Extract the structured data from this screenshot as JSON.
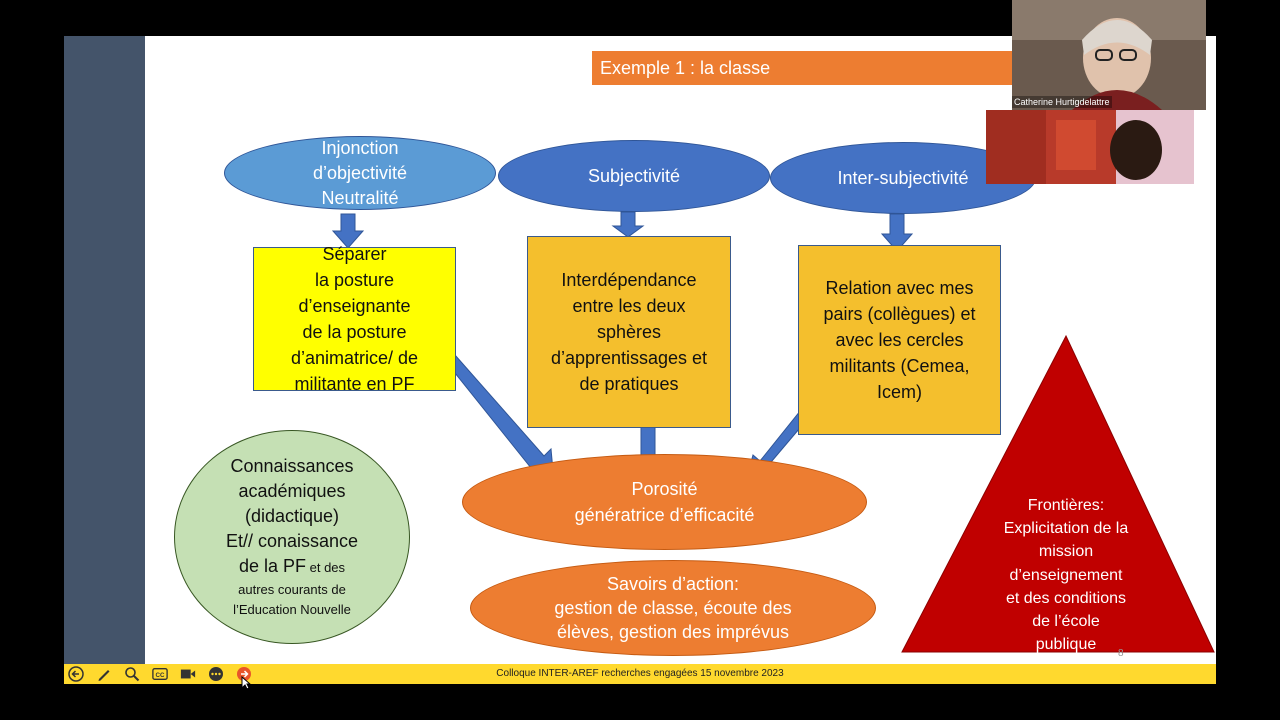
{
  "slide": {
    "title": "Exemple 1 : la classe",
    "page_number": "8",
    "colors": {
      "sidebar": "#44546a",
      "title_bg": "#ed7d31",
      "blue": "#4472c4",
      "yellow": "#ffff00",
      "gold": "#f4bf2d",
      "orange": "#ed7d31",
      "green": "#c5e0b4",
      "red": "#c00000",
      "footer": "#ffd92e"
    }
  },
  "top_ellipses": {
    "injonction": [
      "Injonction",
      "d’objectivité",
      "Neutralité"
    ],
    "subjectivite": "Subjectivité",
    "intersubjectivite": "Inter-subjectivité"
  },
  "boxes": {
    "separer": [
      "Séparer",
      "la posture",
      "d’enseignante",
      "de la posture",
      "d’animatrice/ de",
      "militante en PF"
    ],
    "interdependance": [
      "Interdépendance",
      "entre les deux",
      "sphères",
      "d’apprentissages et",
      "de pratiques"
    ],
    "relation": [
      "Relation avec mes",
      "pairs (collègues) et",
      "avec les cercles",
      "militants (Cemea,",
      "Icem)"
    ]
  },
  "green_circle": {
    "large": [
      "Connaissances",
      "académiques",
      "(didactique)",
      "Et// conaissance"
    ],
    "mixed_prefix": "de la PF",
    "mixed_suffix": " et des",
    "small": [
      "autres courants de",
      "l’Education Nouvelle"
    ]
  },
  "porosite": [
    "Porosité",
    "génératrice d’efficacité"
  ],
  "savoirs": [
    "Savoirs d’action:",
    "gestion de classe, écoute des",
    "élèves, gestion des imprévus"
  ],
  "triangle": [
    "Frontières:",
    "Explicitation de la",
    "mission",
    "d’enseignement",
    "et des conditions",
    "de l’école",
    "publique"
  ],
  "footer": {
    "text": "Colloque INTER-AREF recherches engagées 15 novembre 2023"
  },
  "toolbar": {
    "icons": [
      "back-icon",
      "pen-icon",
      "zoom-icon",
      "captions-icon",
      "video-icon",
      "more-icon",
      "next-icon"
    ]
  },
  "video": {
    "participant_name": "Catherine Hurtigdelattre"
  }
}
